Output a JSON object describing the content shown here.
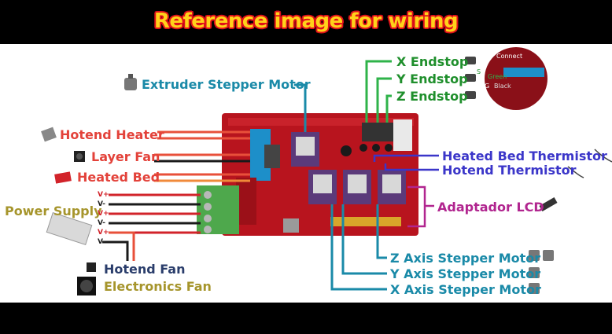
{
  "title": "Reference image for wiring",
  "labels": {
    "extruder_stepper": "Extruder Stepper Motor",
    "hotend_heater": "Hotend Heater",
    "layer_fan": "Layer Fan",
    "heated_bed": "Heated Bed",
    "power_supply": "Power Supply",
    "hotend_fan": "Hotend Fan",
    "electronics_fan": "Electronics Fan",
    "x_endstop": "X Endstop",
    "y_endstop": "Y Endstop",
    "z_endstop": "Z Endstop",
    "heated_bed_thermistor": "Heated Bed Thermistor",
    "hotend_thermistor": "Hotend Thermistor",
    "lcd_adapter": "Adaptador LCD",
    "z_axis_stepper": "Z Axis Stepper Motor",
    "y_axis_stepper": "Y Axis Stepper Motor",
    "x_axis_stepper": "X Axis Stepper Motor"
  },
  "power_terminals": [
    "V+",
    "V-",
    "V+",
    "V-",
    "V+",
    "V-"
  ],
  "endstop_inset": {
    "title": "Connect",
    "signal": "S",
    "wire1": "Green",
    "wire2": "G",
    "wire3": "Black"
  },
  "colors": {
    "title_fill": "#ffd21a",
    "title_outline": "#e0101a",
    "board": "#b8141e",
    "teal": "#1a8aa8",
    "red_wire": "#e8503a",
    "orange_wire": "#f08a3a",
    "green_wire": "#2fb34a",
    "blue_wire": "#3b36c9",
    "magenta": "#b1258f"
  }
}
